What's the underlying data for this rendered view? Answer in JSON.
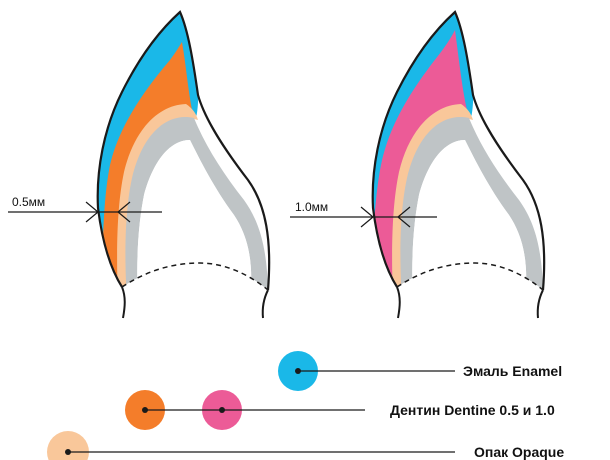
{
  "colors": {
    "enamel": "#1ab8e8",
    "dentine_a": "#f47d2a",
    "dentine_b": "#ec5b97",
    "opaque": "#f9c79a",
    "core": "#bfc4c6",
    "outline": "#1a1a1a"
  },
  "teeth": [
    {
      "dimension_label": "0.5мм"
    },
    {
      "dimension_label": "1.0мм"
    }
  ],
  "legend": [
    {
      "label": "Эмаль Enamel"
    },
    {
      "label": "Дентин Dentine 0.5 и 1.0"
    },
    {
      "label": "Опак Opaque"
    }
  ]
}
